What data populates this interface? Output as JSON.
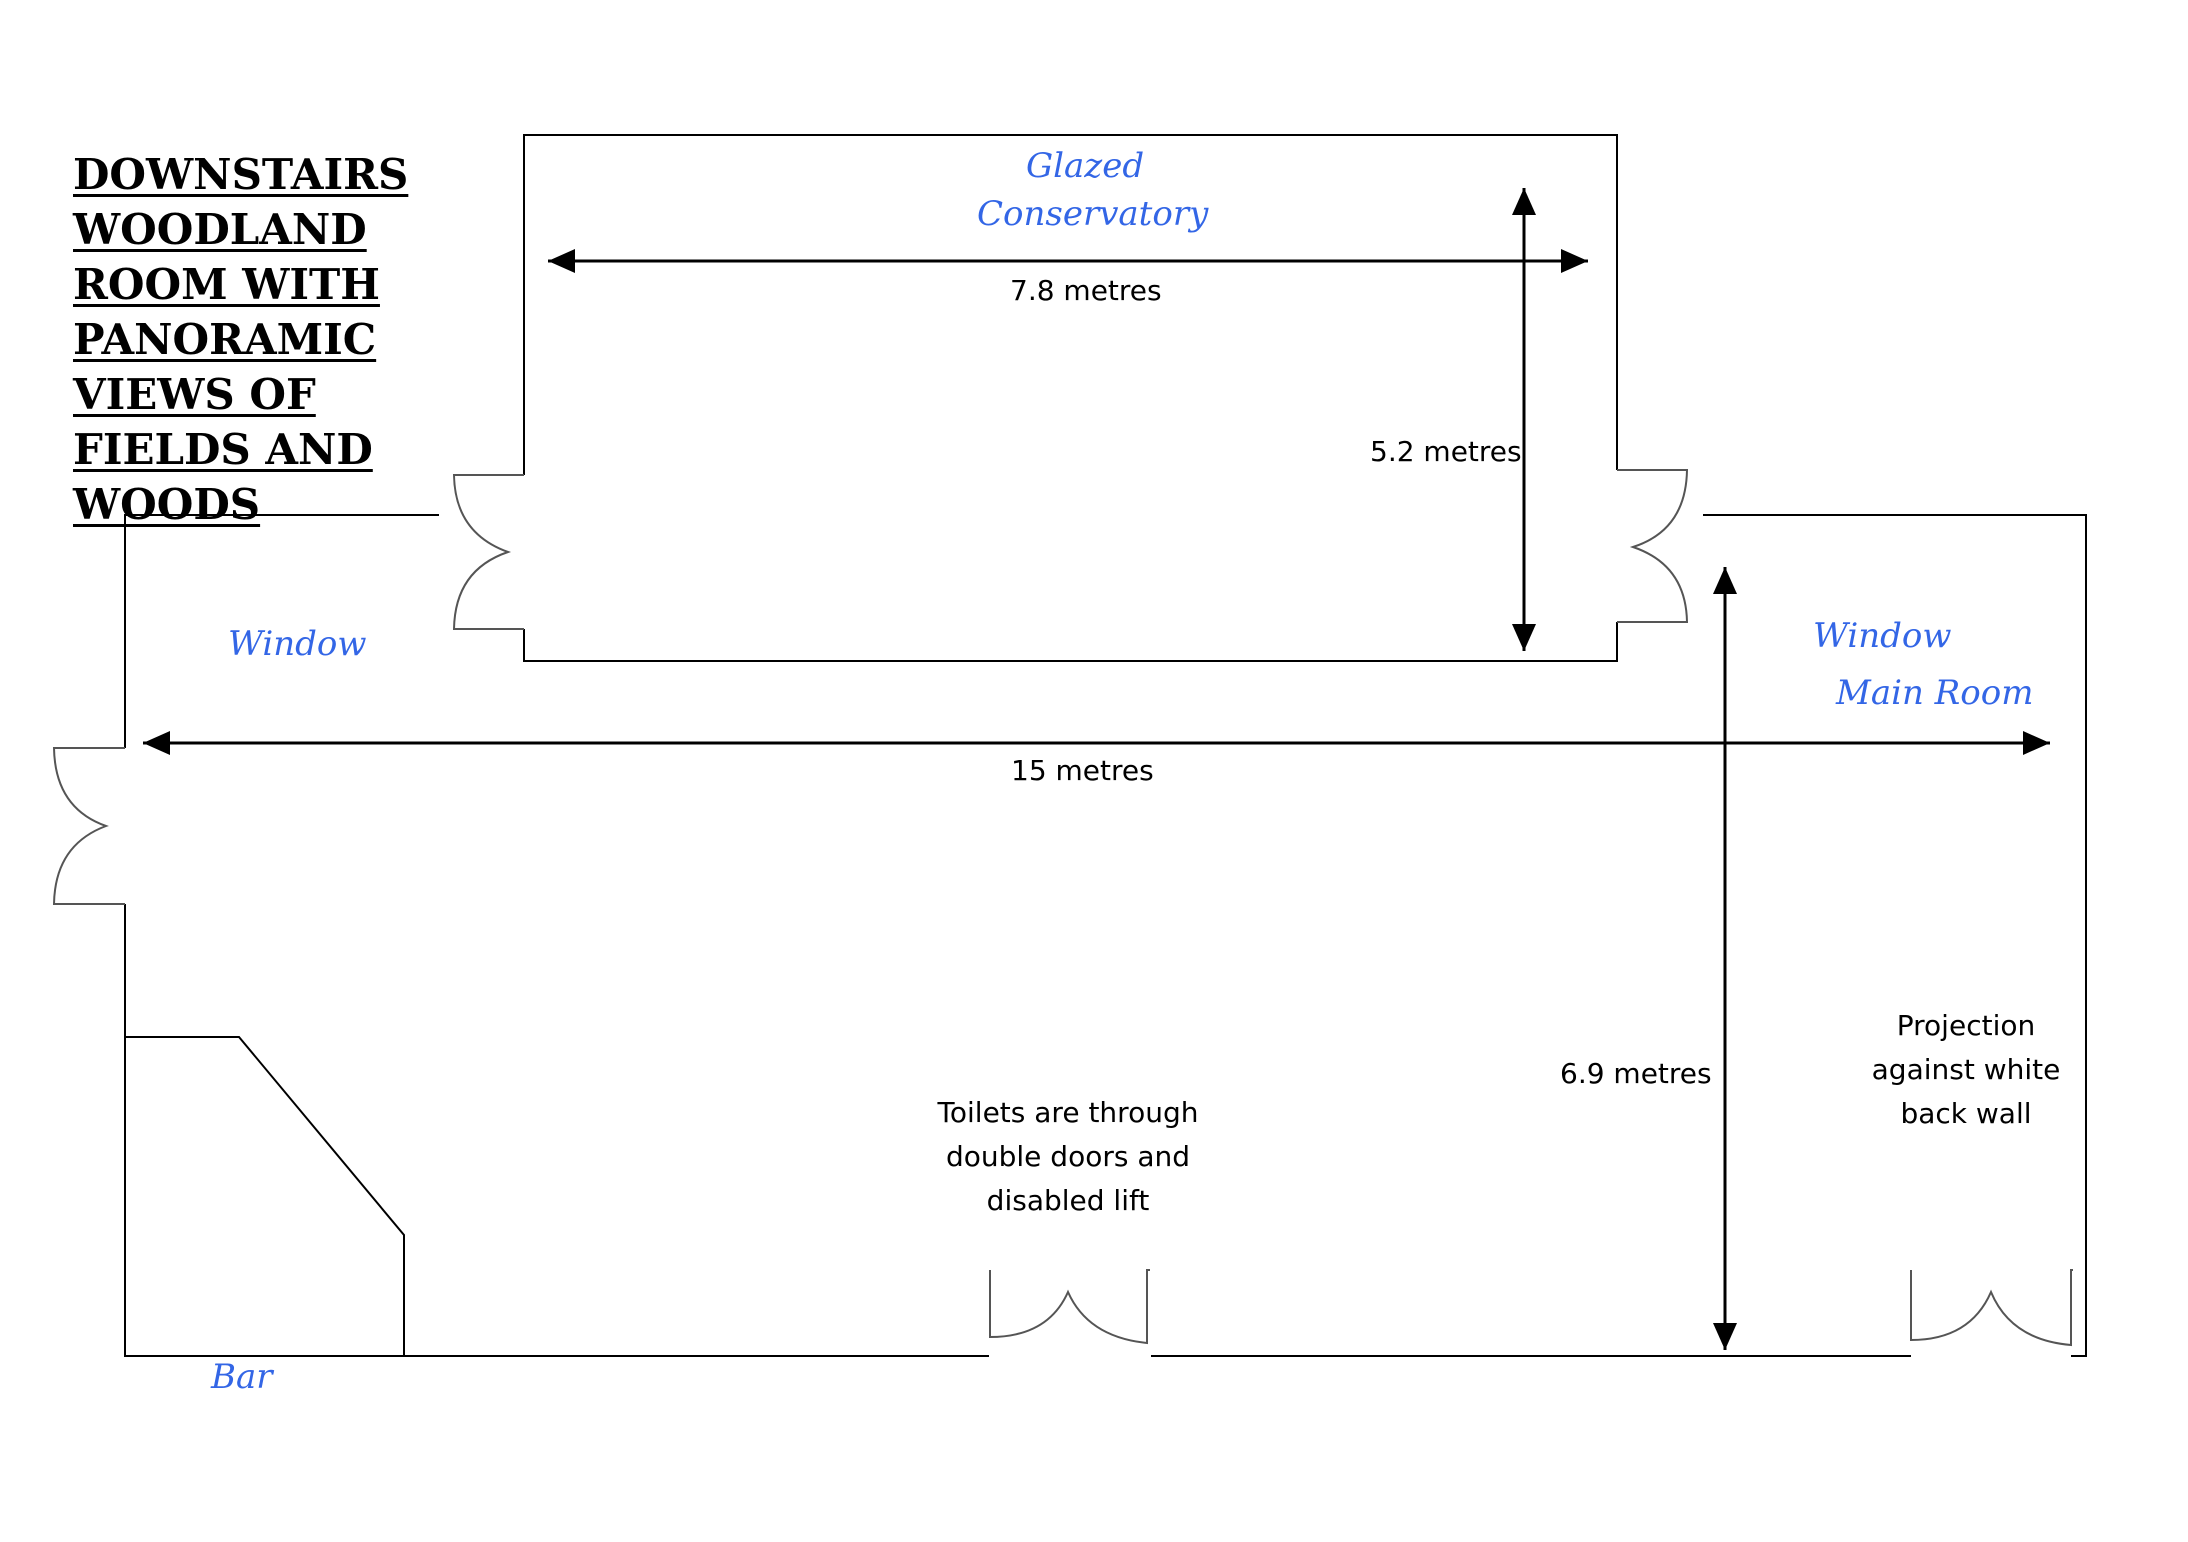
{
  "title": {
    "lines": [
      "DOWNSTAIRS",
      "WOODLAND",
      "ROOM WITH",
      "PANORAMIC",
      "VIEWS OF",
      "FIELDS AND",
      "WOODS"
    ]
  },
  "labels": {
    "glazed": "Glazed",
    "conservatory": "Conservatory",
    "window_left": "Window",
    "window_right": "Window",
    "main_room": "Main Room",
    "bar": "Bar"
  },
  "dimensions": {
    "conservatory_width": "7.8 metres",
    "conservatory_depth": "5.2 metres",
    "main_room_length": "15 metres",
    "main_room_depth": "6.9 metres"
  },
  "notes": {
    "toilets": [
      "Toilets are through",
      "double doors and",
      "disabled lift"
    ],
    "projection": [
      "Projection",
      "against white",
      "back wall"
    ]
  },
  "colors": {
    "label_blue": "#3366e6",
    "wall": "#000000",
    "door_grey": "#555555"
  }
}
